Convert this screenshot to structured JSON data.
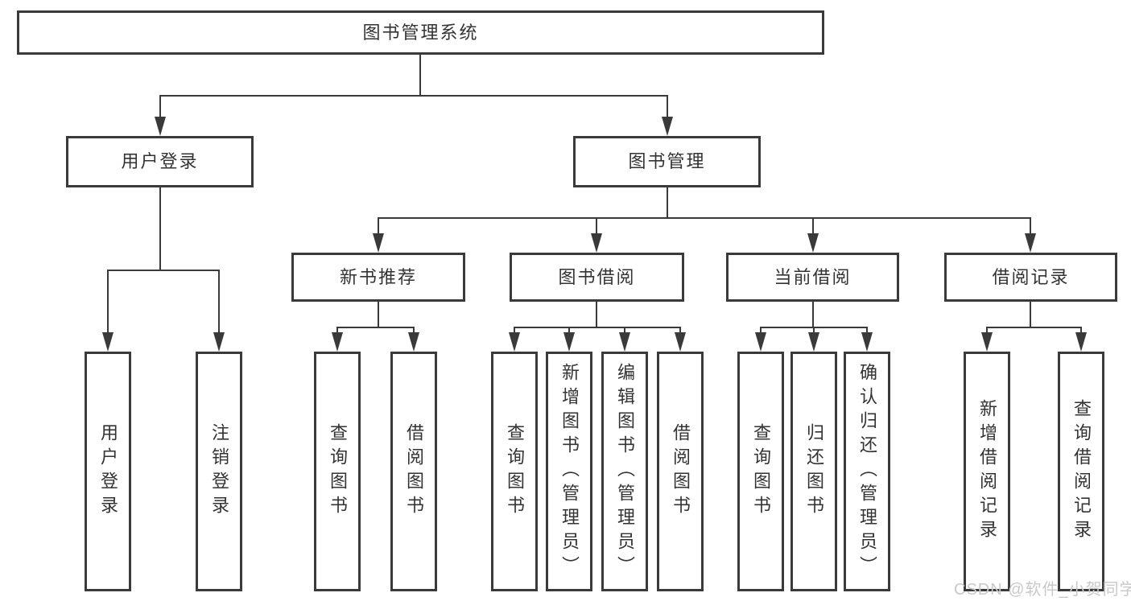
{
  "diagram": {
    "root": {
      "label": "图书管理系统"
    },
    "level2": [
      {
        "label": "用户登录"
      },
      {
        "label": "图书管理"
      }
    ],
    "level3": [
      {
        "label": "新书推荐"
      },
      {
        "label": "图书借阅"
      },
      {
        "label": "当前借阅"
      },
      {
        "label": "借阅记录"
      }
    ],
    "leaves": {
      "user_login": [
        {
          "label": "用户登录"
        },
        {
          "label": "注销登录"
        }
      ],
      "new_book": [
        {
          "label": "查询图书"
        },
        {
          "label": "借阅图书"
        }
      ],
      "book_borrow": [
        {
          "label": "查询图书"
        },
        {
          "label": "新增图书（管理员）"
        },
        {
          "label": "编辑图书（管理员）"
        },
        {
          "label": "借阅图书"
        }
      ],
      "current_borrow": [
        {
          "label": "查询图书"
        },
        {
          "label": "归还图书"
        },
        {
          "label": "确认归还（管理员）"
        }
      ],
      "borrow_record": [
        {
          "label": "新增借阅记录"
        },
        {
          "label": "查询借阅记录"
        }
      ]
    },
    "watermark": "CSDN @软件_小贺同学",
    "colors": {
      "line": "#3a3a3a",
      "text": "#333333",
      "watermark": "#c9c9c9",
      "background": "#ffffff"
    }
  }
}
